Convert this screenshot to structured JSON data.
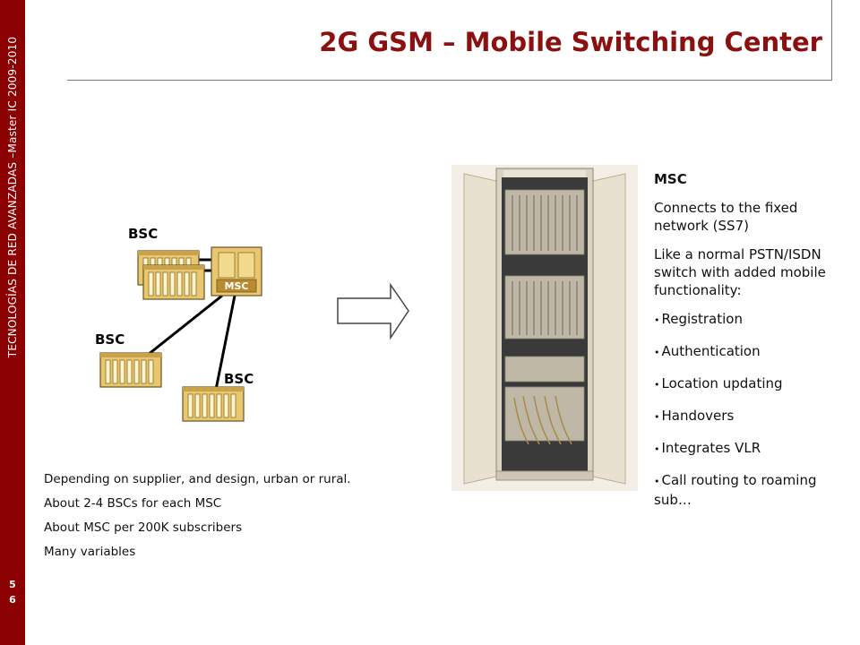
{
  "sidebar": {
    "vertical_text": "TECNOLOGÍAS DE RED AVANZADAS –Master IC 2009-2010",
    "page_number_digits": [
      "5",
      "6"
    ],
    "color": "#8b0000"
  },
  "header": {
    "title": "2G GSM – Mobile Switching Center",
    "title_color": "#8b1010"
  },
  "diagram": {
    "bsc_labels": [
      "BSC",
      "BSC",
      "BSC"
    ],
    "msc_label": "MSC",
    "box_color": "#e8c770"
  },
  "notes": [
    "Depending on supplier, and design, urban or rural.",
    "About 2-4 BSCs for each MSC",
    "About MSC per 200K subscribers",
    "Many variables"
  ],
  "panel": {
    "heading": "MSC",
    "paragraphs": [
      "Connects to the fixed network (SS7)",
      "Like a normal PSTN/ISDN switch with added mobile functionality:"
    ],
    "bullets": [
      "Registration",
      "Authentication",
      "Location updating",
      "Handovers",
      "Integrates VLR",
      "Call routing to roaming sub…"
    ]
  }
}
